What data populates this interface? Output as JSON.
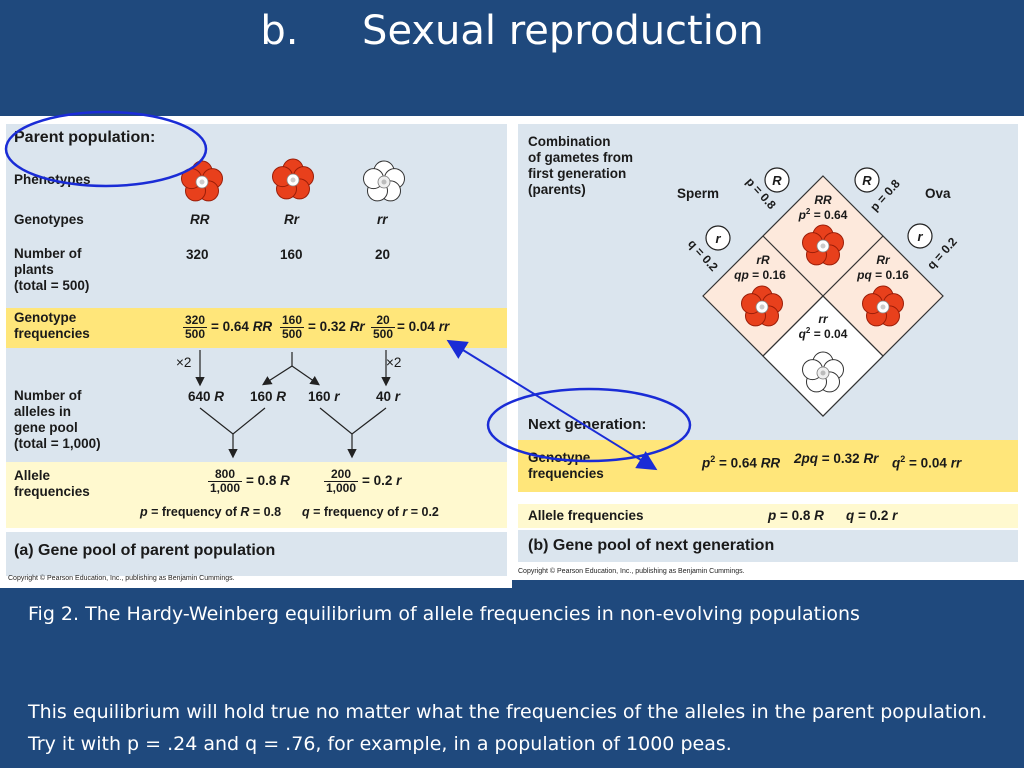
{
  "slide": {
    "title": "b.\tSexual reproduction",
    "caption_heading": "Fig 2. The Hardy-Weinberg equilibrium of allele frequencies in non-evolving populations",
    "caption_body": "This equilibrium will hold true no matter what the frequencies of the alleles in the parent population.  Try it with  p = .24     and  q = .76, for example, in a population of 1000 peas."
  },
  "panel_a": {
    "heading": "Parent population:",
    "phenotypes_label": "Phenotypes",
    "genotypes_label": "Genotypes",
    "genotypes": [
      "RR",
      "Rr",
      "rr"
    ],
    "plants_label": "Number of\nplants\n(total = 500)",
    "plant_counts": [
      "320",
      "160",
      "20"
    ],
    "genotype_freq_label": "Genotype\nfrequencies",
    "freq_rr_dom": {
      "num": "320",
      "den": "500",
      "result": "= 0.64",
      "gt": "RR"
    },
    "freq_het": {
      "num": "160",
      "den": "500",
      "result": "= 0.32",
      "gt": "Rr"
    },
    "freq_rr_rec": {
      "num": "20",
      "den": "500",
      "result": "= 0.04",
      "gt": "rr"
    },
    "times2": "×2",
    "alleles_label": "Number of\nalleles in\ngene pool\n(total = 1,000)",
    "allele_counts": [
      {
        "n": "640",
        "a": "R"
      },
      {
        "n": "160",
        "a": "R"
      },
      {
        "n": "160",
        "a": "r"
      },
      {
        "n": "40",
        "a": "r"
      }
    ],
    "allele_freq_label": "Allele\nfrequencies",
    "allele_R": {
      "num": "800",
      "den": "1,000",
      "result": "= 0.8",
      "a": "R"
    },
    "allele_r": {
      "num": "200",
      "den": "1,000",
      "result": "= 0.2",
      "a": "r"
    },
    "p_def": {
      "sym": "p",
      "text1": " = frequency of ",
      "a": "R",
      "text2": " = 0.8"
    },
    "q_def": {
      "sym": "q",
      "text1": " = frequency of ",
      "a": "r",
      "text2": " = 0.2"
    },
    "footer": "(a) Gene pool of parent population",
    "copyright": "Copyright © Pearson Education, Inc., publishing as Benjamin Cummings."
  },
  "panel_b": {
    "heading": "Combination\nof gametes from\nfirst generation\n(parents)",
    "sperm_label": "Sperm",
    "ova_label": "Ova",
    "allele_R": "R",
    "allele_r": "r",
    "p_eq": "p = 0.8",
    "q_eq": "q = 0.2",
    "cell_RR": {
      "gt": "RR",
      "eq_sym": "p",
      "eq_exp": "2",
      "eq_val": " = 0.64"
    },
    "cell_rR": {
      "gt": "rR",
      "eq_sym": "qp",
      "eq_val": " = 0.16"
    },
    "cell_Rr": {
      "gt": "Rr",
      "eq_sym": "pq",
      "eq_val": " = 0.16"
    },
    "cell_rr": {
      "gt": "rr",
      "eq_sym": "q",
      "eq_exp": "2",
      "eq_val": " = 0.04"
    },
    "next_gen_label": "Next generation:",
    "genotype_freq_label": "Genotype\nfrequencies",
    "next_freqs": [
      {
        "sym": "p",
        "exp": "2",
        "val": " = 0.64 ",
        "gt": "RR"
      },
      {
        "sym": "2pq",
        "exp": "",
        "val": " = 0.32 ",
        "gt": "Rr"
      },
      {
        "sym": "q",
        "exp": "2",
        "val": " = 0.04 ",
        "gt": "rr"
      }
    ],
    "allele_freq_label": "Allele frequencies",
    "p_val": {
      "sym": "p",
      "val": " = 0.8 ",
      "a": "R"
    },
    "q_val": {
      "sym": "q",
      "val": " = 0.2 ",
      "a": "r"
    },
    "footer": "(b) Gene pool of next generation",
    "copyright": "Copyright © Pearson Education, Inc., publishing as Benjamin Cummings."
  },
  "colors": {
    "slide_bg": "#1f497d",
    "panel_blue": "#dbe5ee",
    "band_yellow": "#ffe67a",
    "band_pale": "#fff9cf",
    "flower_red": "#e8401c",
    "highlight_ring": "#1a2cd6",
    "punnett_fill": "#fde9dc"
  },
  "icons": [
    "red-flower-icon",
    "white-flower-icon",
    "annotation-ellipse",
    "double-arrow"
  ]
}
